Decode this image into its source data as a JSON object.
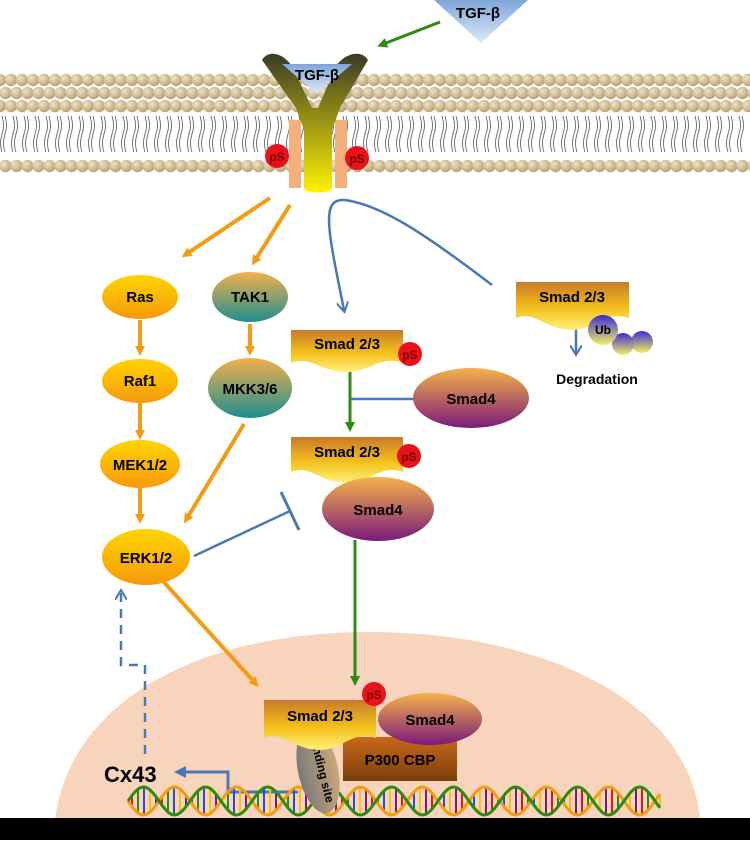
{
  "ligand": {
    "label": "TGF-β"
  },
  "receptor": {
    "ligand_label": "TGF-β",
    "phospho_left": "pS",
    "phospho_right": "pS"
  },
  "mapk_pathway": {
    "ras": "Ras",
    "raf1": "Raf1",
    "mek": "MEK1/2",
    "erk": "ERK1/2"
  },
  "tak_pathway": {
    "tak1": "TAK1",
    "mkk": "MKK3/6"
  },
  "smad_pathway": {
    "smad23": "Smad 2/3",
    "phospho": "pS",
    "smad4": "Smad4",
    "complex_smad23": "Smad 2/3",
    "complex_phospho": "pS",
    "complex_smad4": "Smad4"
  },
  "degradation": {
    "smad23": "Smad 2/3",
    "ub": "Ub",
    "label": "Degradation"
  },
  "nucleus": {
    "smad23": "Smad 2/3",
    "phospho": "pS",
    "smad4": "Smad4",
    "coactivator": "P300 CBP",
    "binding_site": "Binding site",
    "gene": "Cx43"
  },
  "colors": {
    "orange_arrow": "#f39c12",
    "green_arrow": "#2e8b12",
    "blue_line": "#4a78b0",
    "phospho_red": "#e8121c",
    "nucleus_fill": "#f7cdb0"
  }
}
